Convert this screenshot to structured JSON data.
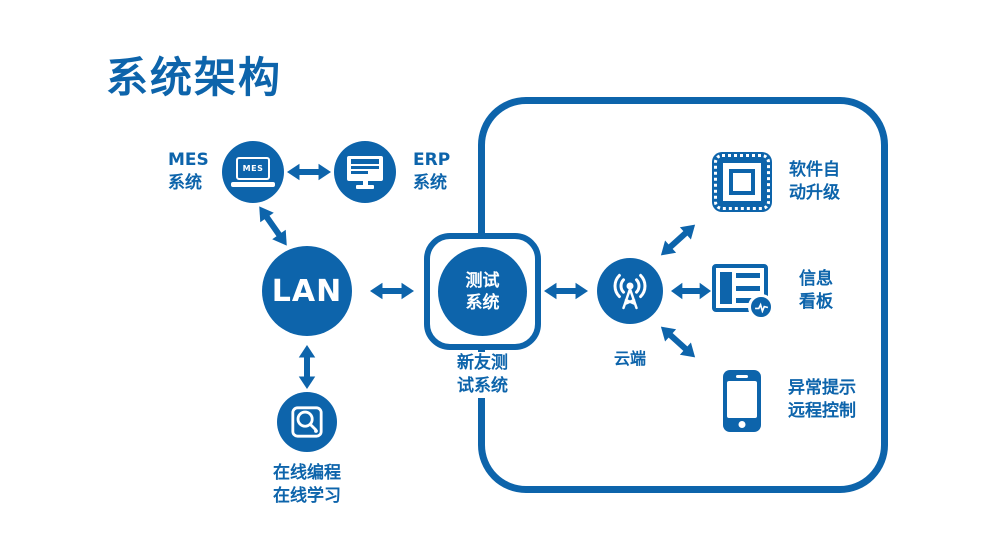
{
  "title": "系统架构",
  "colors": {
    "primary": "#0d64ab",
    "background": "#ffffff"
  },
  "mes": {
    "line1": "MES",
    "line2": "系统",
    "icon_text": "MES"
  },
  "erp": {
    "line1": "ERP",
    "line2": "系统"
  },
  "lan": {
    "label": "LAN"
  },
  "test": {
    "line1": "测试",
    "line2": "系统",
    "caption1": "新友测",
    "caption2": "试系统"
  },
  "cloud": {
    "caption": "云端"
  },
  "upgrade": {
    "line1": "软件自",
    "line2": "动升级"
  },
  "board": {
    "line1": "信息",
    "line2": "看板"
  },
  "mobile": {
    "line1": "异常提示",
    "line2": "远程控制"
  },
  "online": {
    "caption1": "在线编程",
    "caption2": "在线学习"
  }
}
